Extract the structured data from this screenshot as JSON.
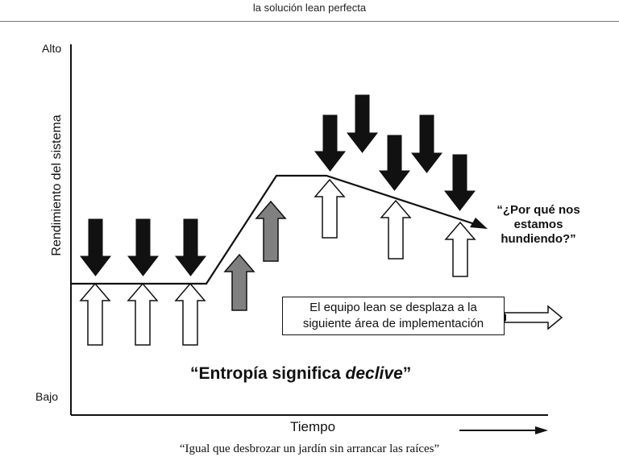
{
  "header": {
    "text": "la solución lean perfecta"
  },
  "diagram": {
    "y_axis": {
      "title": "Rendimiento del sistema",
      "high_label": "Alto",
      "low_label": "Bajo"
    },
    "x_axis": {
      "title": "Tiempo"
    },
    "question_callout": {
      "line1": "“¿Por qué nos",
      "line2": "estamos",
      "line3": "hundiendo?”"
    },
    "team_box": {
      "line1": "El equipo lean se desplaza a la",
      "line2": "siguiente área de implementación"
    },
    "entropy_title": {
      "prefix": "“Entropía significa ",
      "emphasis": "declive",
      "suffix": "”"
    },
    "colors": {
      "black_arrow": "#111111",
      "gray_arrow": "#808080",
      "white_arrow": "#ffffff",
      "line": "#111111"
    }
  },
  "caption": {
    "text": "“Igual que desbrozar un jardín sin arrancar las raíces”"
  }
}
